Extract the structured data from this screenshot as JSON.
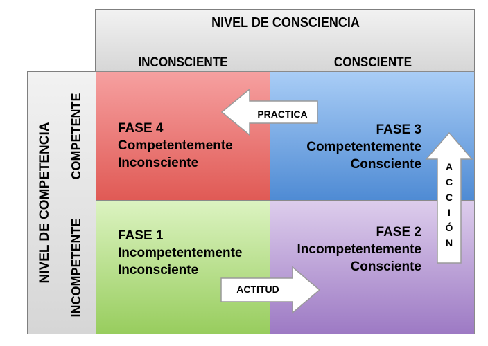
{
  "header": {
    "title": "NIVEL DE CONSCIENCIA",
    "col_left": "INCONSCIENTE",
    "col_right": "CONSCIENTE"
  },
  "sidebar": {
    "title": "NIVEL DE COMPETENCIA",
    "row_top": "COMPETENTE",
    "row_bottom": "INCOMPETENTE"
  },
  "quadrants": {
    "fase4": {
      "line1": "FASE 4",
      "line2": "Competentemente",
      "line3": "Inconsciente"
    },
    "fase3": {
      "line1": "FASE 3",
      "line2": "Competentemente",
      "line3": "Consciente"
    },
    "fase1": {
      "line1": "FASE 1",
      "line2": "Incompetentemente",
      "line3": "Inconsciente"
    },
    "fase2": {
      "line1": "FASE 2",
      "line2": "Incompetentemente",
      "line3": "Consciente"
    }
  },
  "arrows": {
    "practica": "PRACTICA",
    "actitud": "ACTITUD",
    "accion": [
      "A",
      "C",
      "C",
      "I",
      "Ó",
      "N"
    ]
  },
  "colors": {
    "header_gray": "#e0e0e0",
    "red": "#e05a55",
    "blue": "#4f8bd4",
    "green": "#98cd5e",
    "purple": "#9d7ac4"
  }
}
